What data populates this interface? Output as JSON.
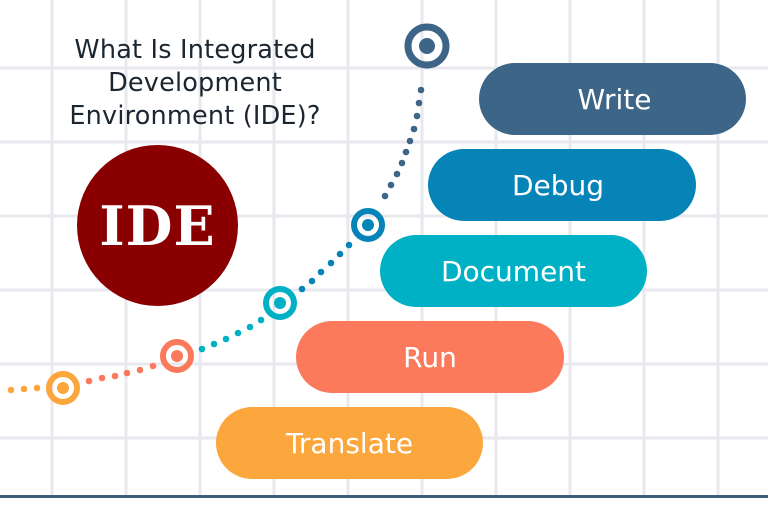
{
  "title": {
    "lines": [
      "What Is Integrated",
      "Development",
      "Environment (IDE)?"
    ]
  },
  "logo": {
    "text": "IDE",
    "color": "#8a0000"
  },
  "steps": [
    {
      "label": "Write",
      "color": "#3d6587"
    },
    {
      "label": "Debug",
      "color": "#0684b8"
    },
    {
      "label": "Document",
      "color": "#00b0c4"
    },
    {
      "label": "Run",
      "color": "#fc7a5c"
    },
    {
      "label": "Translate",
      "color": "#fca63e"
    }
  ],
  "milestones": [
    {
      "name": "translate-marker",
      "color": "#fca63e"
    },
    {
      "name": "run-marker",
      "color": "#fc7a5c"
    },
    {
      "name": "document-marker",
      "color": "#00b0c4"
    },
    {
      "name": "debug-marker",
      "color": "#0684b8"
    },
    {
      "name": "write-marker",
      "color": "#3d6587"
    }
  ],
  "colors": {
    "grid": "#e8e9ee",
    "bottom_rule": "#3e5f7c",
    "title_text": "#1b2631"
  }
}
